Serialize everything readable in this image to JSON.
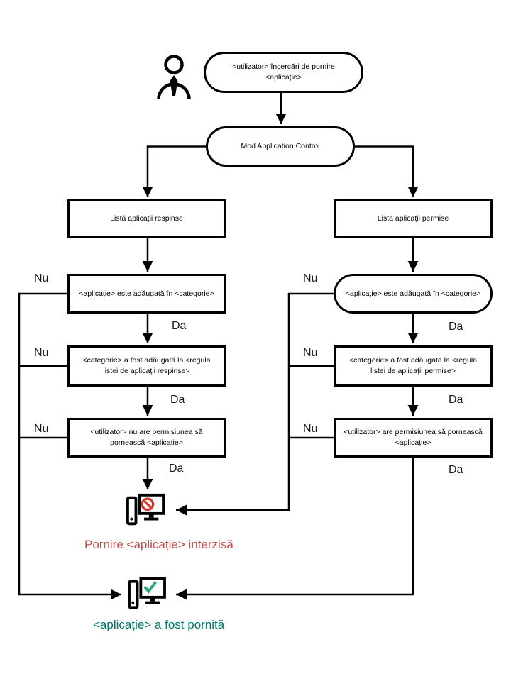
{
  "diagram": {
    "nodes": {
      "start": {
        "line1": "<utilizator> încercări de pornire",
        "line2": "<aplicație>"
      },
      "mode": {
        "label": "Mod Application Control"
      },
      "denied_list": {
        "label": "Listă aplicații respinse"
      },
      "allowed_list": {
        "label": "Listă aplicații permise"
      },
      "denied_in_category": {
        "label": "<aplicație> este adăugată în <categorie>"
      },
      "denied_category_rule": {
        "label": "<categorie> a fost adăugată la <regula listei de aplicații respinse>"
      },
      "denied_permission": {
        "label": "<utilizator> nu are permisiunea să pornească <aplicație>"
      },
      "allowed_in_category": {
        "label": "<aplicație> este adăugată în <categorie>"
      },
      "allowed_category_rule": {
        "label": "<categorie> a fost adăugată la <regula listei de aplicații permise>"
      },
      "allowed_permission": {
        "label": "<utilizator> are permisiunea să pornească <aplicație>"
      },
      "blocked_result": {
        "label": "Pornire <aplicație> interzisă"
      },
      "started_result": {
        "label": "<aplicație> a fost pornită"
      }
    },
    "edge_labels": {
      "no": "Nu",
      "yes": "Da"
    },
    "icons": {
      "user": "user-icon",
      "blocked": "computer-blocked-icon",
      "started": "computer-started-icon"
    },
    "colors": {
      "line": "#000000",
      "blocked_text": "#c0504d",
      "started_text": "#00796b",
      "prohibition_sign": "#d4392d",
      "check_mark": "#2aa87c"
    }
  }
}
